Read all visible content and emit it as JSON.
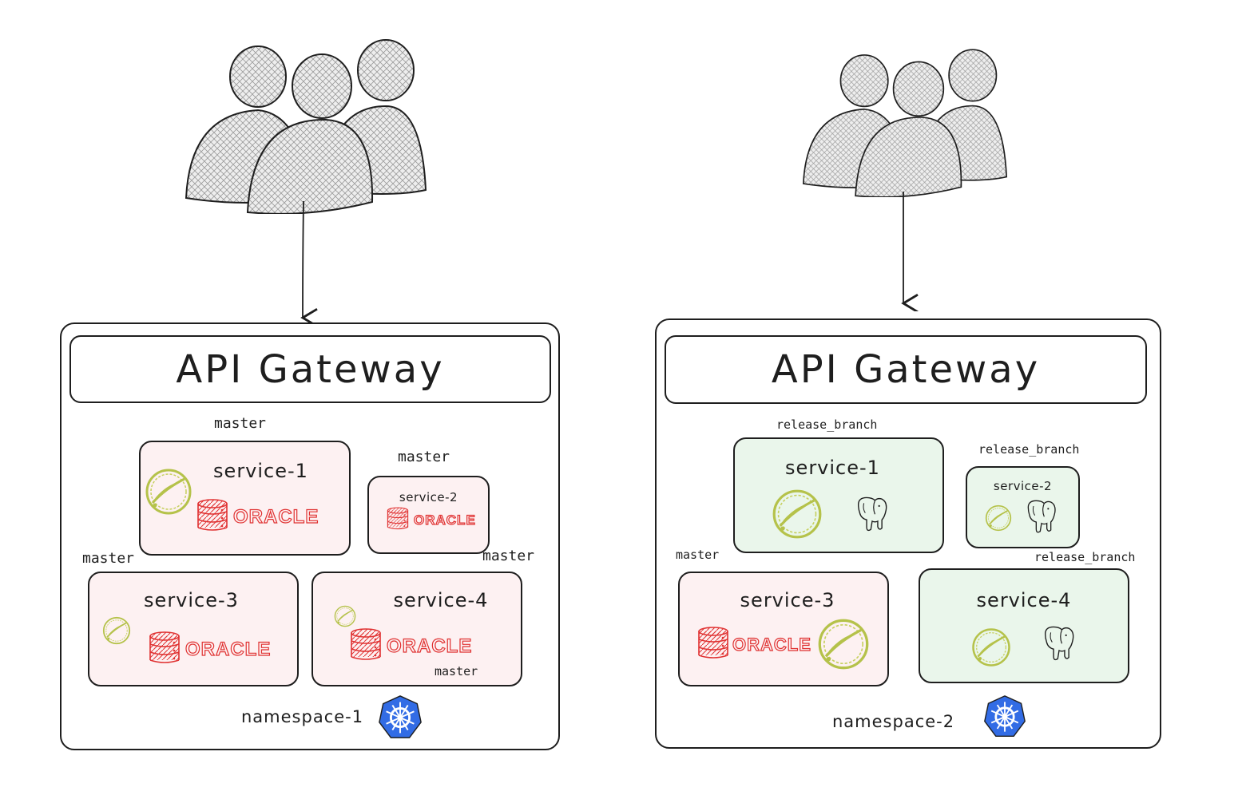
{
  "left": {
    "gateway_title": "API Gateway",
    "namespace_label": "namespace-1",
    "services": {
      "s1": {
        "title": "service-1",
        "branch": "master",
        "db": "ORACLE"
      },
      "s2": {
        "title": "service-2",
        "branch": "master",
        "db": "ORACLE"
      },
      "s3": {
        "title": "service-3",
        "branch": "master",
        "db": "ORACLE"
      },
      "s4": {
        "title": "service-4",
        "branch": "master",
        "db": "ORACLE"
      }
    },
    "extra_tag": "master"
  },
  "right": {
    "gateway_title": "API Gateway",
    "namespace_label": "namespace-2",
    "services": {
      "s1": {
        "title": "service-1",
        "branch": "release_branch",
        "db": "postgresql-elephant-icon"
      },
      "s2": {
        "title": "service-2",
        "branch": "release_branch",
        "db": "postgresql-elephant-icon"
      },
      "s3": {
        "title": "service-3",
        "branch": "master",
        "db": "ORACLE"
      },
      "s4": {
        "title": "service-4",
        "branch": "release_branch",
        "db": "postgresql-elephant-icon"
      }
    }
  },
  "icons": {
    "users": "users-group-icon",
    "spring": "spring-leaf-icon",
    "database": "database-icon",
    "kubernetes": "kubernetes-icon",
    "postgres": "postgresql-elephant-icon"
  },
  "colors": {
    "pink_fill": "#fdf1f2",
    "green_fill": "#eaf6eb",
    "oracle_red": "#e03131",
    "spring_green": "#b5c24a",
    "k8s_blue": "#326ce5",
    "stroke": "#1e1e1e"
  }
}
